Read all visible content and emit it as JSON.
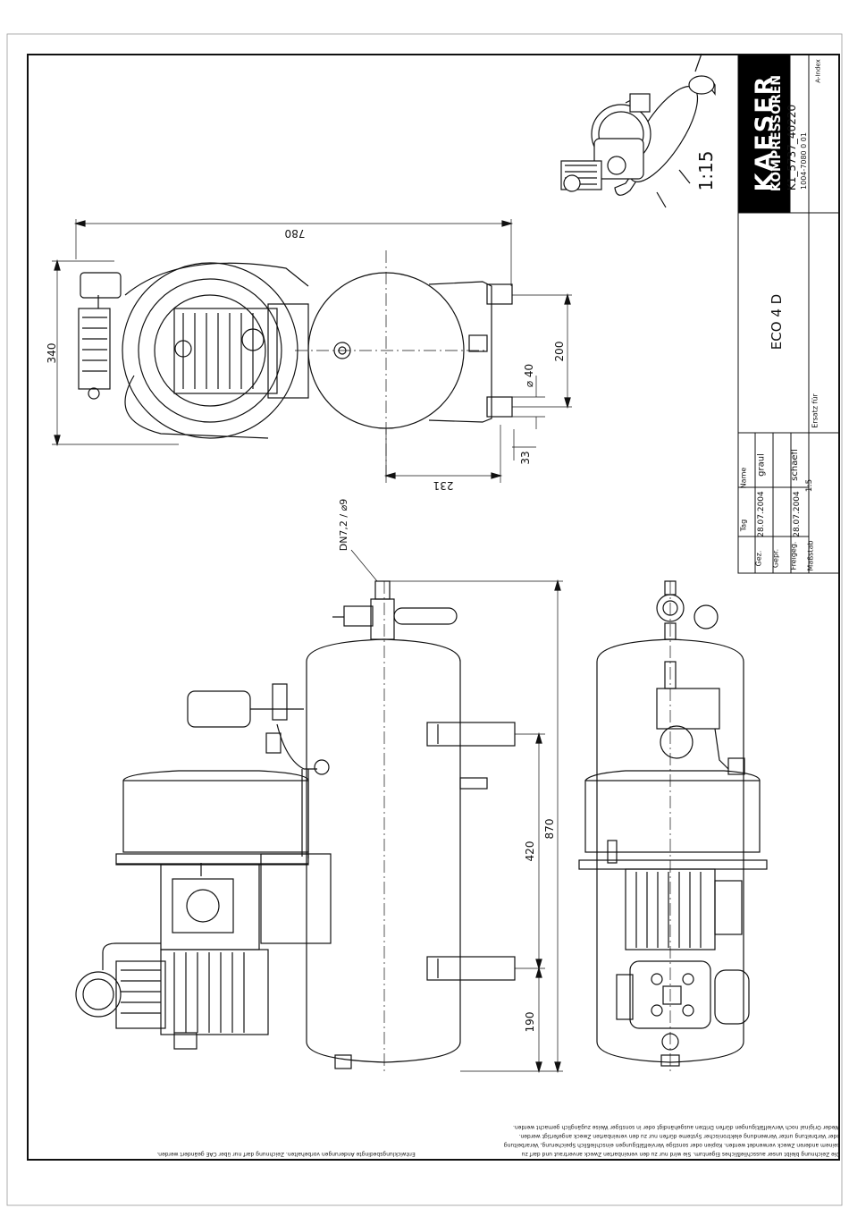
{
  "title_block": {
    "brand_line1": "KAESER",
    "brand_line2": "KOMPRESSOREN",
    "drawing_number": "K1_5737_40220",
    "sub_number": "1004-7080  0  01",
    "index_label": "A-Index",
    "scale": "1:15",
    "model": "ECO 4 D",
    "replace_label": "Ersatz für",
    "col_tag": "Tag",
    "col_name": "Name",
    "row_drawn": "Gez.",
    "row_checked": "Gepr.",
    "row_released": "Freigeg.",
    "row_scale": "Maßstab",
    "date_drawn": "28.07.2004",
    "name_drawn": "graul",
    "date_released": "28.07.2004",
    "name_released": "schaefl",
    "scale_value": "1:5"
  },
  "dimensions": {
    "width_top": "780",
    "depth_left": "340",
    "foot_spacing": "200",
    "hole_dia": "⌀ 40",
    "foot_offset": "33",
    "foot_depth": "231",
    "connection": "DN7,2 / ⌀9",
    "total_height": "870",
    "foot_distance": "420",
    "bottom_height": "190"
  },
  "notes": {
    "copyright_1": "Die Zeichnung bleibt unser ausschließliches Eigentum. Sie wird nur zu den vereinbarten Zweck anvertraut und darf zu",
    "copyright_2": "keinem anderen Zweck verwendet werden. Kopien oder sonstige Vervielfältigungen einschließlich Speicherung, Verarbeitung",
    "copyright_3": "oder Verbreitung unter Verwendung elektronischer Systeme dürfen nur zu den vereinbarten Zweck angefertigt werden.",
    "copyright_4": "Weder Original noch Vervielfältigungen dürfen Dritten ausgehändigt oder in sonstiger Weise zugänglich gemacht werden.",
    "change_note": "Entwicklungsbedingte Änderungen vorbehalten. Zeichnung darf nur über CAE geändert werden."
  },
  "colors": {
    "line": "#111111",
    "background": "#ffffff",
    "brand_block": "#000000"
  }
}
